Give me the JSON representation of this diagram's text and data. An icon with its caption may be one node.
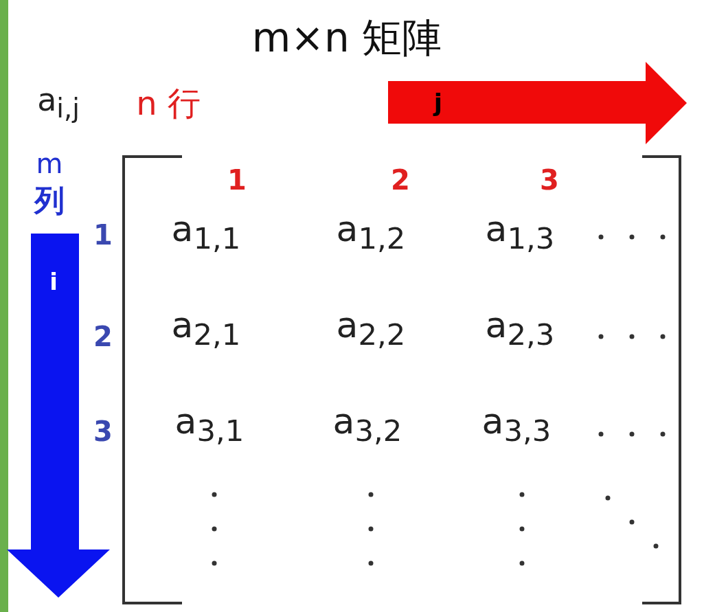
{
  "diagram": {
    "title": "m×n 矩陣",
    "labels": [
      "a$_{i,j}$",
      "n 行",
      "j",
      "m",
      "列",
      "1",
      "2",
      "3",
      "1",
      "a$_{1,1}$",
      "a$_{1,2}$",
      "a$_{1,3}$",
      "i",
      "2",
      "a$_{2,1}$",
      "a$_{2,2}$",
      "a$_{2,3}$",
      "3",
      "a$_{3,1}$",
      "a$_{3,2}$",
      "a$_{3,3}$"
    ]
  }
}
